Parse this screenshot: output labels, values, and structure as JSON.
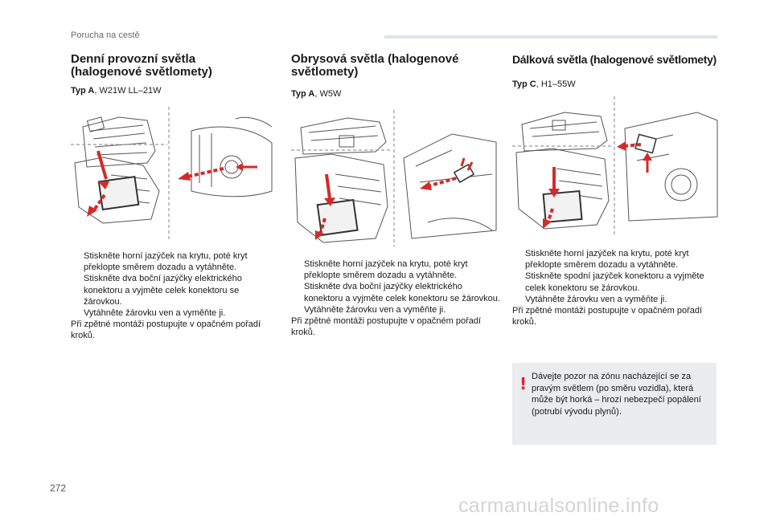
{
  "header": {
    "section": "Porucha na cestě"
  },
  "columns": [
    {
      "title_line1": "Denní provozní světla",
      "title_line2": "(halogenové světlomety)",
      "type_label": "Typ A",
      "type_value": ", W21W LL–21W",
      "steps": [
        "Stiskněte horní jazýček na krytu, poté kryt překlopte směrem dozadu a vytáhněte.",
        "Stiskněte dva boční jazýčky elektrického konektoru a vyjměte celek konektoru se žárovkou.",
        "Vytáhněte žárovku ven a vyměňte ji."
      ],
      "note": "Při zpětné montáži postupujte v opačném pořadí kroků."
    },
    {
      "title_line1": "Obrysová světla (halogenové",
      "title_line2": "světlomety)",
      "type_label": "Typ A",
      "type_value": ", W5W",
      "steps": [
        "Stiskněte horní jazýček na krytu, poté kryt překlopte směrem dozadu a vytáhněte.",
        "Stiskněte dva boční jazýčky elektrického konektoru a vyjměte celek konektoru se žárovkou.",
        "Vytáhněte žárovku ven a vyměňte ji."
      ],
      "note": "Při zpětné montáži postupujte v opačném pořadí kroků."
    },
    {
      "title_line1": "Dálková světla (halogenové světlomety)",
      "type_label": "Typ C",
      "type_value": ", H1–55W",
      "steps": [
        "Stiskněte horní jazýček na krytu, poté kryt překlopte směrem dozadu a vytáhněte.",
        "Stiskněte spodní jazýček konektoru a vyjměte celek konektoru se žárovkou.",
        "Vytáhněte žárovku ven a vyměňte ji."
      ],
      "note": "Při zpětné montáži postupujte v opačném pořadí kroků."
    }
  ],
  "warning": {
    "icon": "exclamation-icon",
    "text": "Dávejte pozor na zónu nacházející se za pravým světlem (po směru vozidla), která může být horká – hrozí nebezpečí popálení (potrubí vývodu plynů)."
  },
  "bullet_glyph": "",
  "page_number": "272",
  "watermark": "carmanualsonline.info",
  "colors": {
    "arrow": "#d42a2a",
    "dashed": "#999999",
    "warning_bg": "#eaeced",
    "header_bar": "#dfe3ea"
  }
}
